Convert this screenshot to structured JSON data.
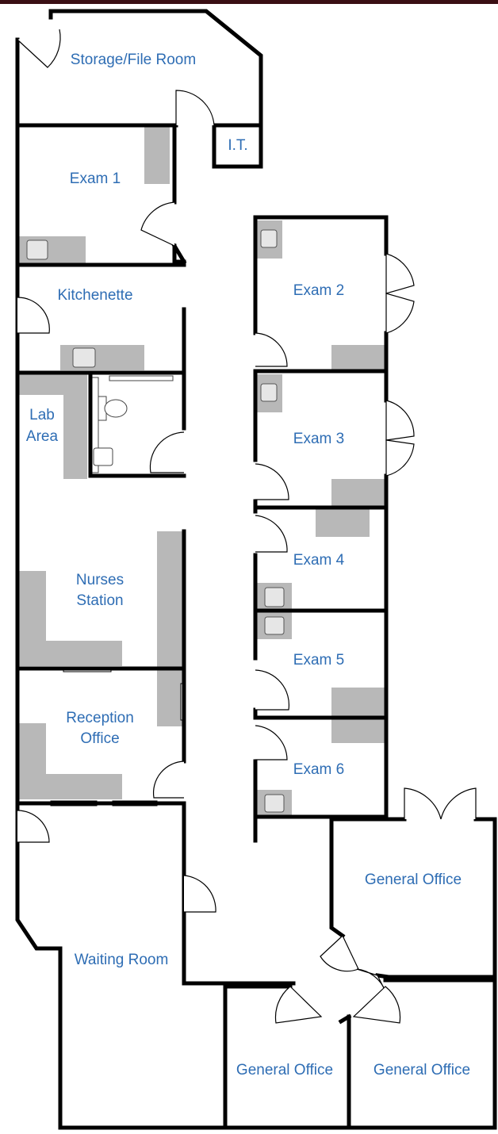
{
  "rooms": {
    "storage": "Storage/File Room",
    "it": "I.T.",
    "exam1": "Exam 1",
    "kitchenette": "Kitchenette",
    "lab_line1": "Lab",
    "lab_line2": "Area",
    "nurses_line1": "Nurses",
    "nurses_line2": "Station",
    "reception_line1": "Reception",
    "reception_line2": "Office",
    "exam2": "Exam 2",
    "exam3": "Exam 3",
    "exam4": "Exam 4",
    "exam5": "Exam 5",
    "exam6": "Exam 6",
    "general_office_right": "General Office",
    "waiting": "Waiting Room",
    "general_office_bottom_left": "General Office",
    "general_office_bottom_right": "General Office"
  },
  "colors": {
    "label": "#2e6db4",
    "counter": "#b8b8b8",
    "wall": "#000000",
    "top_border": "#3a0f14"
  }
}
